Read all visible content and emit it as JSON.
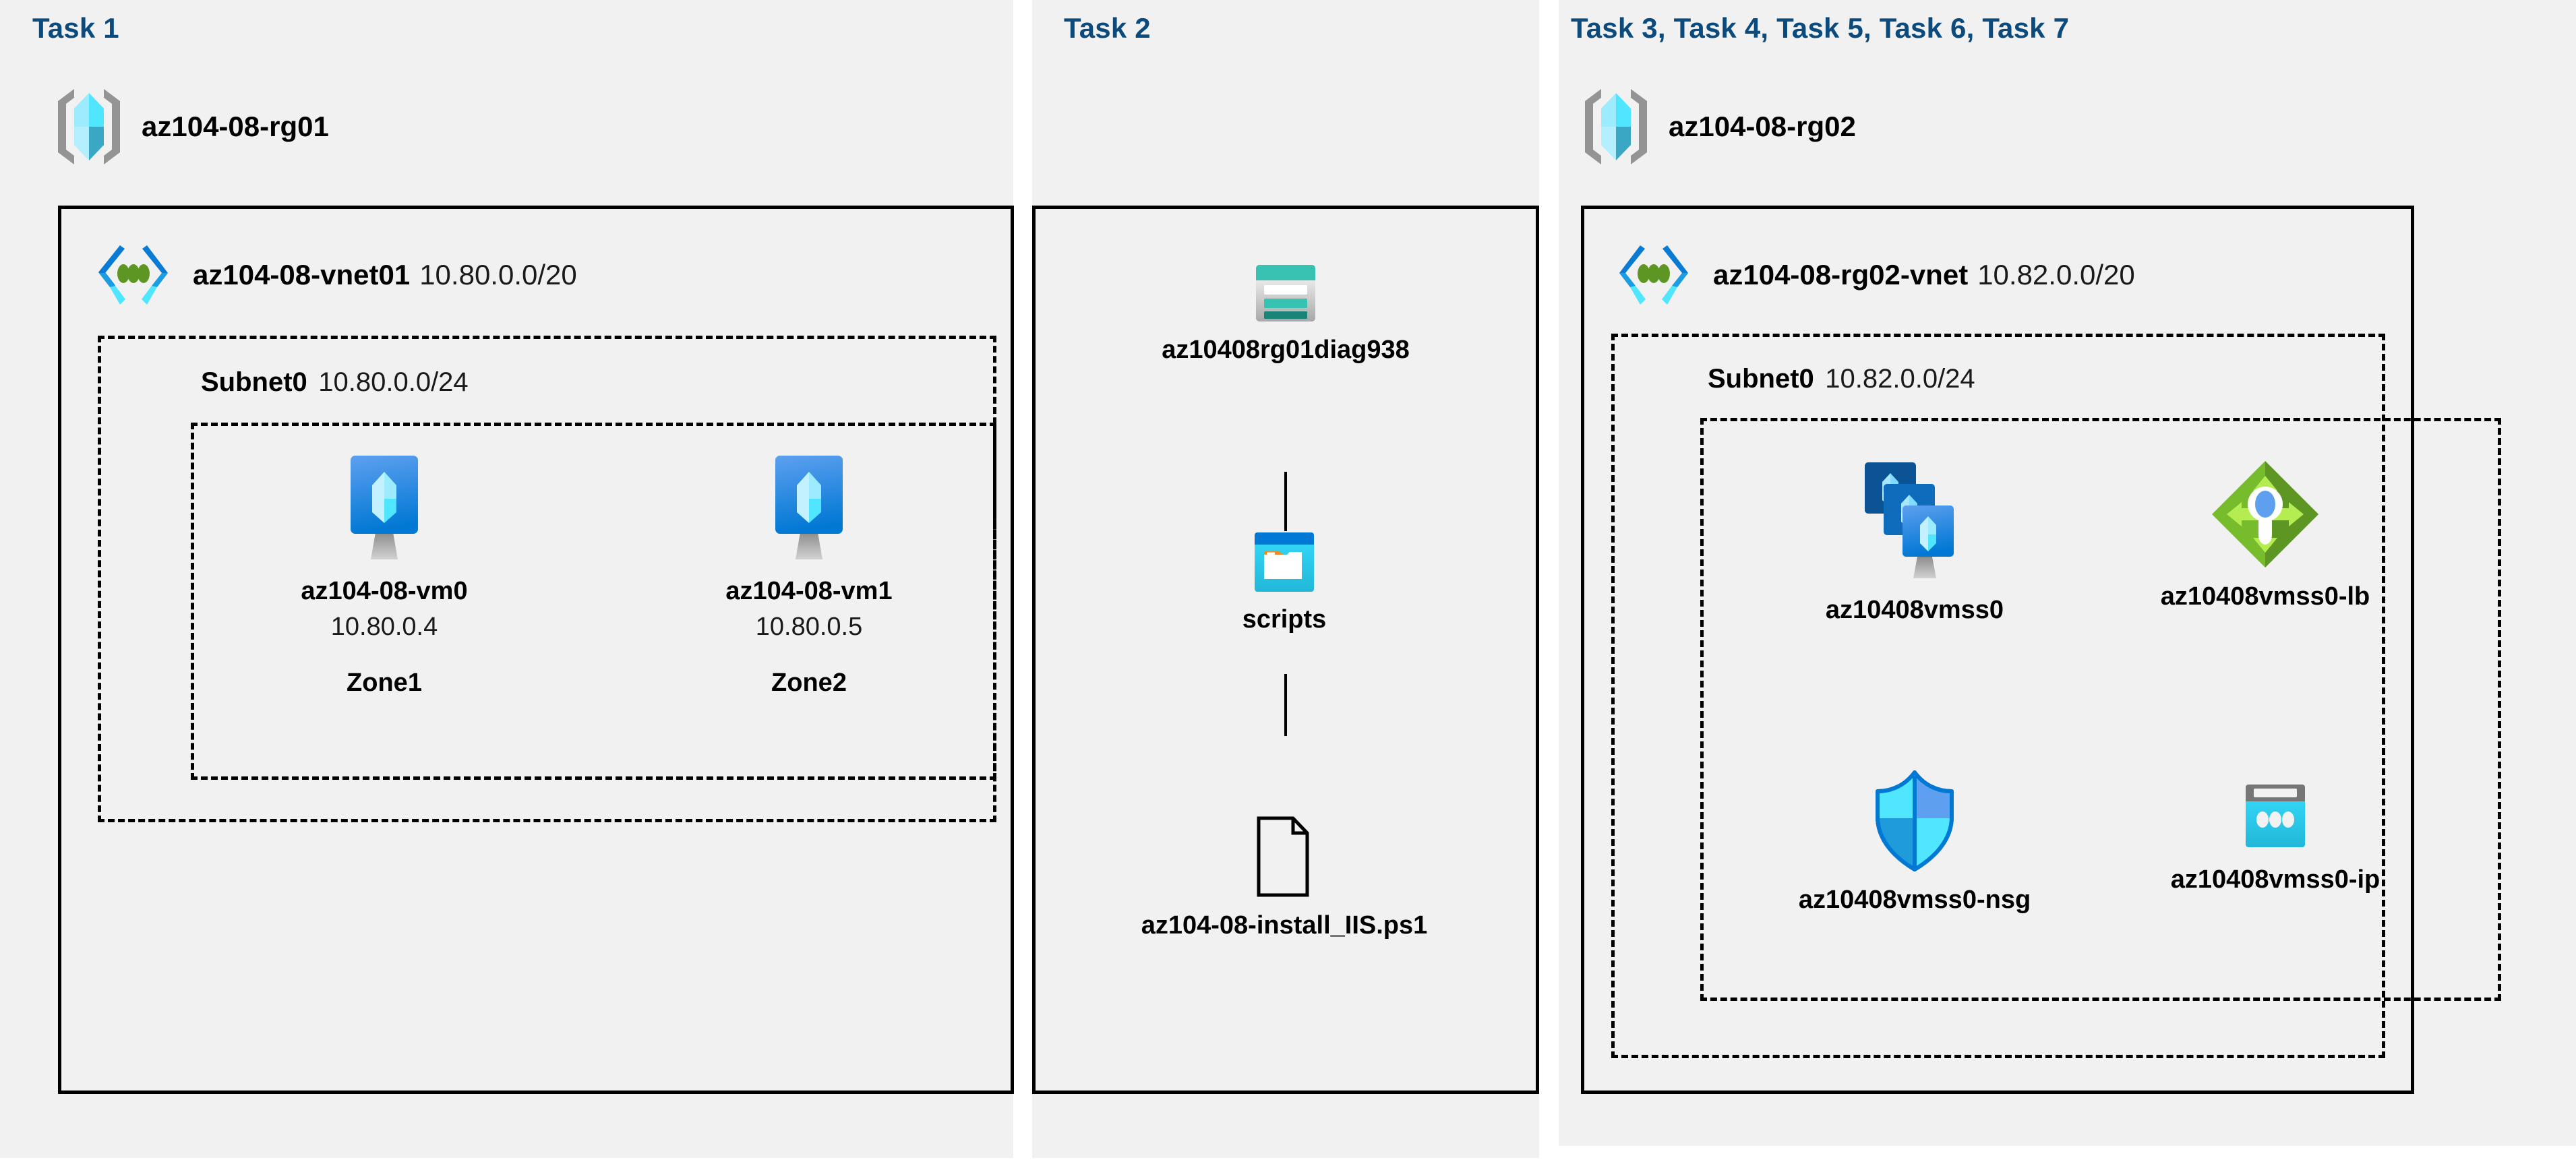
{
  "tasks": {
    "task1_label": "Task 1",
    "task2_label": "Task 2",
    "task3to7_label": "Task 3, Task 4, Task 5, Task 6, Task 7"
  },
  "colors": {
    "task_label": "#0b4a7d",
    "panel_bg": "#f1f1f1",
    "page_bg": "#ffffff",
    "border": "#000000",
    "azure_blue": "#0078d4",
    "azure_cyan": "#50e6ff",
    "storage_teal": "#37c2b1",
    "storage_teal_dark": "#198477",
    "lb_green": "#76bc2d",
    "lb_green_dark": "#5e9624",
    "rg_bracket_gray": "#949494"
  },
  "rg01": {
    "icon": "resource-group-icon",
    "name": "az104-08-rg01"
  },
  "rg02": {
    "icon": "resource-group-icon",
    "name": "az104-08-rg02"
  },
  "vnet01": {
    "icon": "virtual-network-icon",
    "name": "az104-08-vnet01",
    "cidr": "10.80.0.0/20",
    "subnet": {
      "name": "Subnet0",
      "cidr": "10.80.0.0/24"
    },
    "vms": [
      {
        "icon": "virtual-machine-icon",
        "name": "az104-08-vm0",
        "ip": "10.80.0.4",
        "zone": "Zone1"
      },
      {
        "icon": "virtual-machine-icon",
        "name": "az104-08-vm1",
        "ip": "10.80.0.5",
        "zone": "Zone2"
      }
    ]
  },
  "task2": {
    "storage_account": {
      "icon": "storage-account-icon",
      "name": "az10408rg01diag938"
    },
    "container": {
      "icon": "blob-container-icon",
      "name": "scripts"
    },
    "blob": {
      "icon": "file-document-icon",
      "name": "az104-08-install_IIS.ps1"
    }
  },
  "vnet02": {
    "icon": "virtual-network-icon",
    "name": "az104-08-rg02-vnet",
    "cidr": "10.82.0.0/20",
    "subnet": {
      "name": "Subnet0",
      "cidr": "10.82.0.0/24"
    },
    "resources": [
      {
        "icon": "vm-scale-set-icon",
        "name": "az10408vmss0"
      },
      {
        "icon": "load-balancer-icon",
        "name": "az10408vmss0-lb"
      },
      {
        "icon": "network-security-group-icon",
        "name": "az10408vmss0-nsg"
      },
      {
        "icon": "public-ip-address-icon",
        "name": "az10408vmss0-ip"
      }
    ]
  }
}
